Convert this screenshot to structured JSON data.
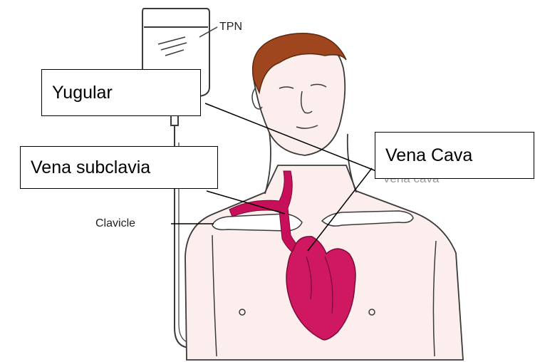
{
  "figure": {
    "labels": {
      "tpn": "TPN",
      "clavicle": "Clavicle",
      "ghost_vena_cava": "Vena cava"
    },
    "boxes": {
      "yugular": "Yugular",
      "vena_subclavia": "Vena subclavia",
      "vena_cava": "Vena Cava"
    },
    "colors": {
      "heart": "#d01862",
      "vessel": "#c8105a",
      "outline": "#3a3a3a",
      "hair": "#a0461e",
      "skin": "#fdeeee",
      "box_border": "#000000"
    }
  }
}
